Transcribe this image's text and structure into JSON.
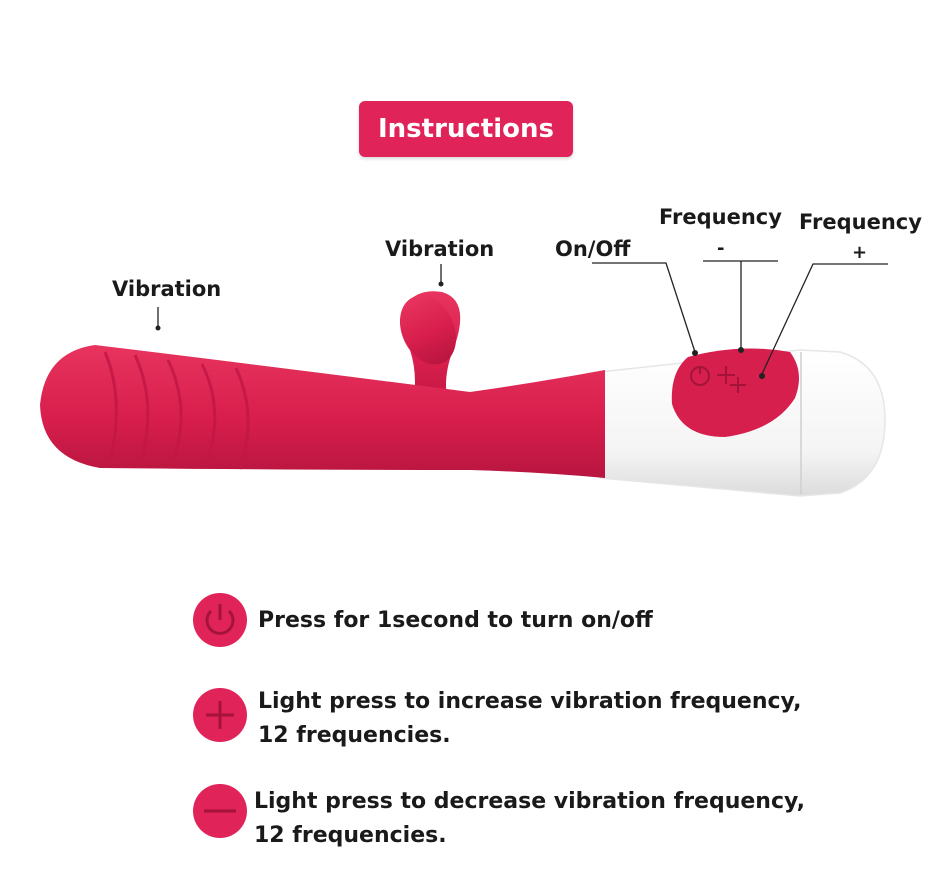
{
  "title": "Instructions",
  "colors": {
    "accent": "#e0245a",
    "body": "#d71f4d",
    "handle": "#ffffff"
  },
  "callouts": {
    "vibration_shaft": "Vibration",
    "vibration_tip": "Vibration",
    "on_off": "On/Off",
    "freq_minus_label": "Frequency",
    "freq_minus_sign": "-",
    "freq_plus_label": "Frequency",
    "freq_plus_sign": "+"
  },
  "instructions": [
    {
      "icon": "power-icon",
      "line1": "Press for 1second to turn on/off",
      "line2": ""
    },
    {
      "icon": "plus-icon",
      "line1": "Light press to increase vibration frequency,",
      "line2": "12 frequencies."
    },
    {
      "icon": "minus-icon",
      "line1": "Light press to decrease vibration frequency,",
      "line2": "12 frequencies."
    }
  ]
}
